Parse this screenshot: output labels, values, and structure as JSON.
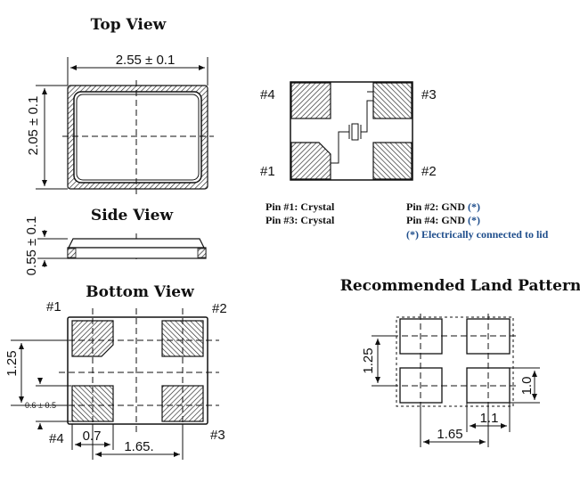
{
  "titles": {
    "top_view": "Top View",
    "side_view": "Side View",
    "bottom_view": "Bottom View",
    "land_pattern": "Recommended Land Pattern"
  },
  "dimensions": {
    "top_width": "2.55 ± 0.1",
    "top_height": "2.05 ± 0.1",
    "side_height": "0.55 ± 0.1",
    "bottom_pitch_y": "1.25",
    "bottom_pad_height": "0.6 ± 0.5",
    "bottom_pad_width": "0.7",
    "bottom_pitch_x": "1.65.",
    "land_pitch_y": "1.25",
    "land_pad_height": "1.0",
    "land_pad_width": "1.1",
    "land_pitch_x": "1.65"
  },
  "pins": {
    "p1": "#1",
    "p2": "#2",
    "p3": "#3",
    "p4": "#4"
  },
  "pin_descriptions": {
    "pin1": "Pin #1: Crystal",
    "pin3": "Pin #3: Crystal",
    "pin2_prefix": "Pin #2: GND",
    "pin2_mark": "(*)",
    "pin4_prefix": "Pin #4: GND",
    "pin4_mark": "(*)",
    "note": "(*) Electrically connected to lid"
  },
  "colors": {
    "note_blue": "#1f4e8c",
    "line": "#111111"
  }
}
